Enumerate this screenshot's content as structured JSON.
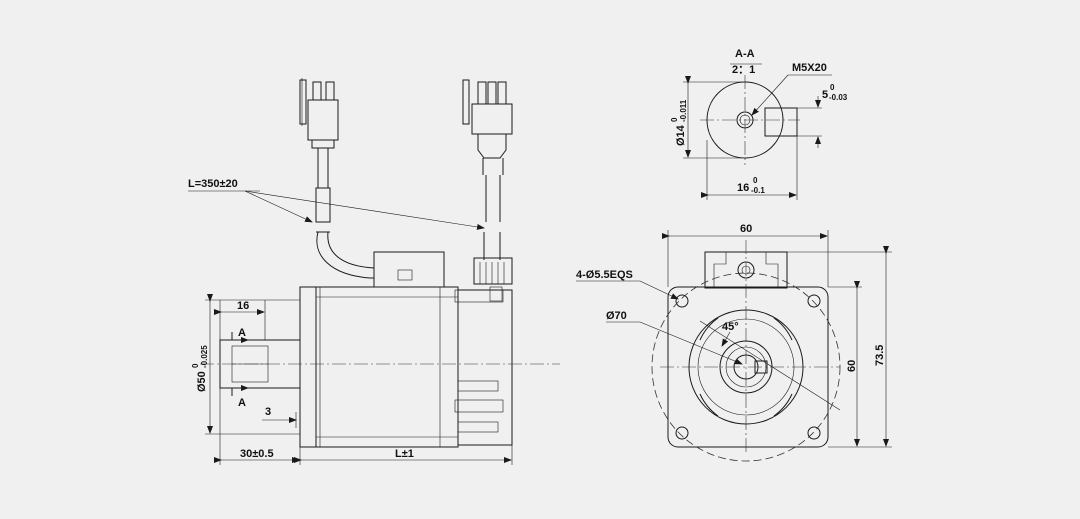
{
  "labels": {
    "cable_length": "L=350±20",
    "shaft_length": "16",
    "section_marker_top": "A",
    "section_marker_bottom": "A",
    "shaft_diameter_main": "Ø50",
    "shaft_diameter_sup": "0",
    "shaft_diameter_sub": "-0.025",
    "pilot_depth": "3",
    "flange_to_shaft": "30±0.5",
    "body_length": "L±1",
    "section_title": "A-A",
    "section_scale": "2：1",
    "thread_spec": "M5X20",
    "key_depth_main": "5",
    "key_depth_sup": "0",
    "key_depth_sub": "-0.03",
    "shaft_dia_vert_main": "Ø14",
    "shaft_dia_vert_sup": "0",
    "shaft_dia_vert_sub": "-0.011",
    "key_width_main": "16",
    "key_width_sup": "0",
    "key_width_sub": "-0.1",
    "flange_width": "60",
    "mount_holes": "4-Ø5.5EQS",
    "bolt_circle": "Ø70",
    "angle": "45°",
    "flange_height": "60",
    "overall_height": "73.5"
  },
  "colors": {
    "background": "#f0f0f0",
    "line": "#1a1a1a"
  }
}
